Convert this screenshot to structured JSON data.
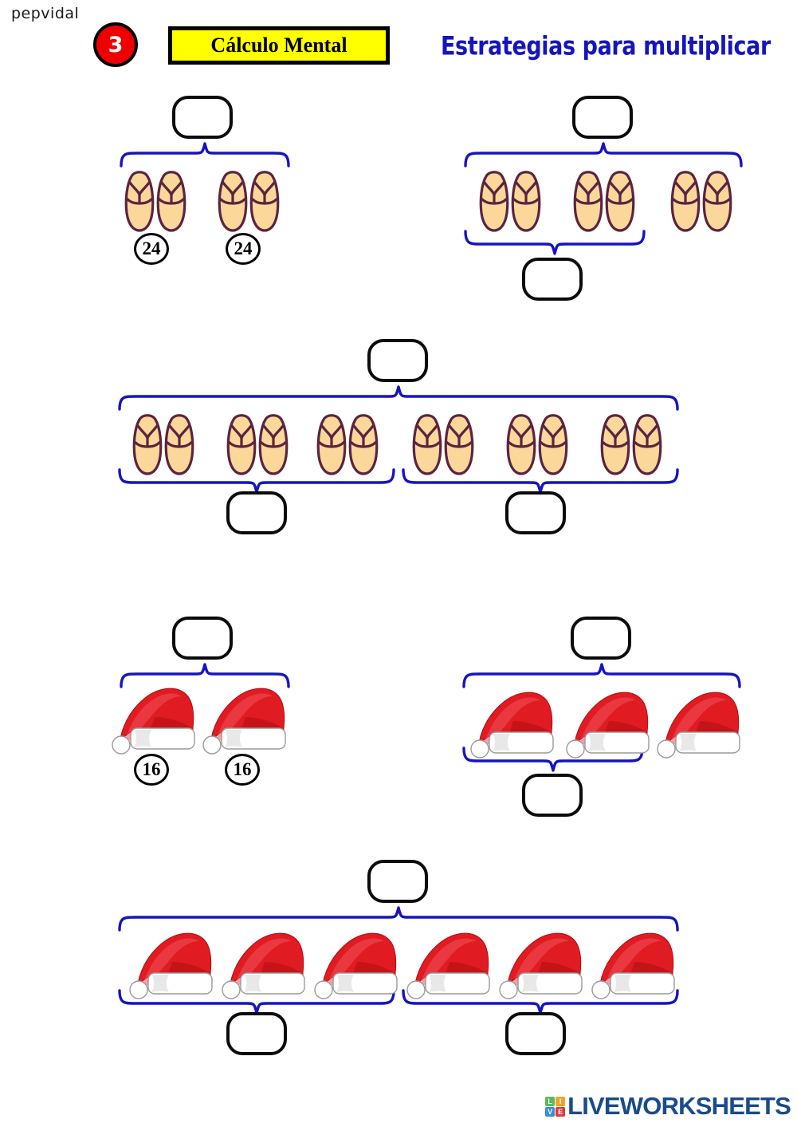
{
  "header": {
    "watermark": "pepvidal",
    "badge_number": "3",
    "title": "Cálculo Mental",
    "subtitle": "Estrategias para multiplicar",
    "badge_color": "#ee0000",
    "title_bg_color": "#ffff00",
    "subtitle_color": "#1515c0"
  },
  "style": {
    "brace_color": "#1515c0",
    "box_border_color": "#0b0b0b",
    "flipflop_fill": "#fbd89a",
    "flipflop_stroke": "#5b2440",
    "hat_red": "#e01b22",
    "hat_white": "#ffffff"
  },
  "exercises": [
    {
      "id": "exercise-1",
      "icon": "flip-flops",
      "top_answer": "",
      "groups": [
        {
          "count": 1,
          "label": "24"
        },
        {
          "count": 1,
          "label": "24"
        }
      ],
      "sub_answers": []
    },
    {
      "id": "exercise-2",
      "icon": "flip-flops",
      "top_answer": "",
      "groups": [
        {
          "count": 3,
          "label": ""
        }
      ],
      "sub_answers": [
        ""
      ]
    },
    {
      "id": "exercise-3",
      "icon": "flip-flops",
      "top_answer": "",
      "groups": [
        {
          "count": 6,
          "label": ""
        }
      ],
      "sub_answers": [
        "",
        ""
      ]
    },
    {
      "id": "exercise-4",
      "icon": "santa-hat",
      "top_answer": "",
      "groups": [
        {
          "count": 1,
          "label": "16"
        },
        {
          "count": 1,
          "label": "16"
        }
      ],
      "sub_answers": []
    },
    {
      "id": "exercise-5",
      "icon": "santa-hat",
      "top_answer": "",
      "groups": [
        {
          "count": 3,
          "label": ""
        }
      ],
      "sub_answers": [
        ""
      ]
    },
    {
      "id": "exercise-6",
      "icon": "santa-hat",
      "top_answer": "",
      "groups": [
        {
          "count": 6,
          "label": ""
        }
      ],
      "sub_answers": [
        "",
        ""
      ]
    }
  ],
  "labels": {
    "ex1_num_1": "24",
    "ex1_num_2": "24",
    "ex4_num_1": "16",
    "ex4_num_2": "16"
  },
  "footer": {
    "brand": "LIVEWORKSHEETS",
    "blocks": [
      {
        "letter": "L",
        "color": "#5cb85c"
      },
      {
        "letter": "I",
        "color": "#f0a32c"
      },
      {
        "letter": "V",
        "color": "#3a8fd0"
      },
      {
        "letter": "E",
        "color": "#e03a3a"
      }
    ],
    "wordmark_color": "#1a4b8c"
  }
}
